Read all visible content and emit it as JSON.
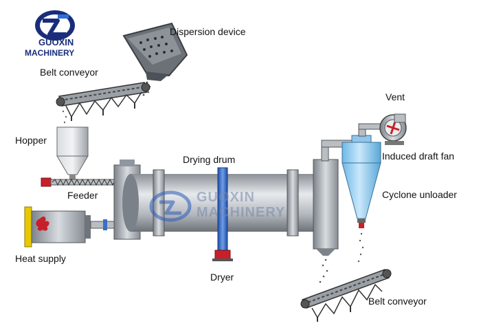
{
  "brand": {
    "name": "GUOXIN MACHINERY",
    "line1": "GUOXIN",
    "line2": "MACHINERY",
    "primary_color": "#1a2d7a",
    "accent_color": "#2d6fd6"
  },
  "watermark": {
    "line1": "GUOXIN",
    "line2": "MACHINERY",
    "icon": "guoxin-logo-icon"
  },
  "labels": {
    "dispersion_device": "Dispersion device",
    "belt_conveyor_top": "Belt conveyor",
    "hopper": "Hopper",
    "feeder": "Feeder",
    "heat_supply": "Heat supply",
    "drying_drum": "Drying drum",
    "dryer": "Dryer",
    "vent": "Vent",
    "induced_draft_fan": "Induced draft fan",
    "cyclone_unloader": "Cyclone unloader",
    "belt_conveyor_bottom": "Belt conveyor"
  },
  "colors": {
    "drum": "#a9aeb5",
    "drum_dark": "#6f757c",
    "drum_light": "#e4e7ea",
    "cyclone": "#9fd2f2",
    "pipe_blue": "#3a6fc4",
    "red_part": "#c8202a",
    "yellow_part": "#e8c800"
  }
}
